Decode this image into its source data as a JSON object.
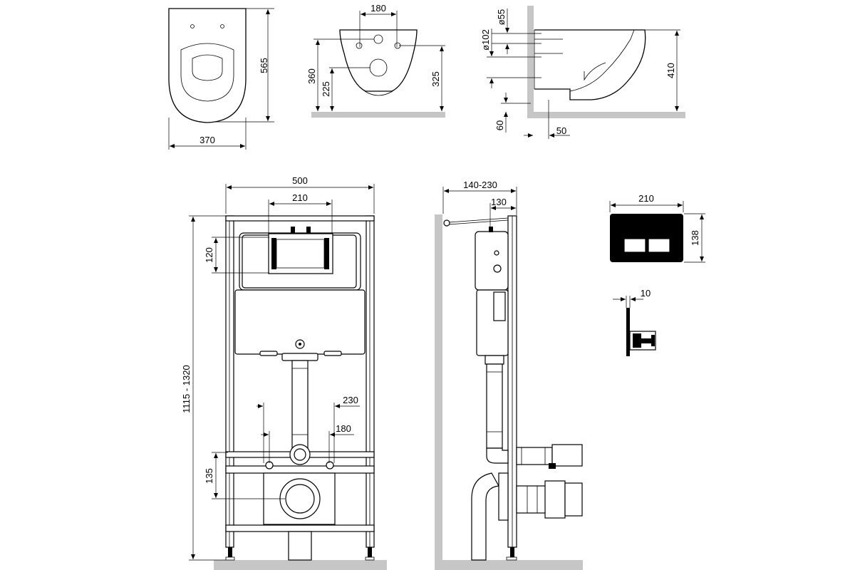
{
  "dimensions": {
    "bowl_top_height": "565",
    "bowl_top_width": "370",
    "front_holes_spacing": "180",
    "front_height_total": "360",
    "front_height_lower": "225",
    "front_height_holes": "325",
    "side_diameter_small": "ø55",
    "side_diameter_large": "ø102",
    "side_height": "410",
    "side_offset_60": "60",
    "side_offset_50": "50",
    "frame_width": "500",
    "frame_panel_width": "210",
    "frame_panel_height": "120",
    "frame_height": "1115 - 1320",
    "frame_studs_230": "230",
    "frame_studs_180": "180",
    "frame_outlet_height": "135",
    "frame_depth": "140-230",
    "frame_depth_inner": "130",
    "button_width": "210",
    "button_height": "138",
    "button_thickness": "10"
  }
}
